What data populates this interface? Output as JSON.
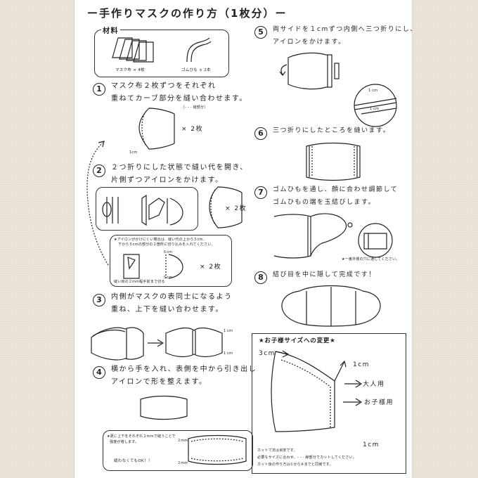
{
  "title": "ー手作りマスクの作り方（1枚分）ー",
  "materials": {
    "heading": "材料",
    "fabric": "マスク布 × 4枚",
    "elastic": "ゴムひも × 2本"
  },
  "steps": [
    {
      "num": "1",
      "line1": "マスク布２枚ずつをそれぞれ",
      "line2": "重ねてカーブ部分を縫い合わせます。",
      "note": "［- - - 縫部分］",
      "cm": "1cm",
      "count": "× 2枚"
    },
    {
      "num": "2",
      "line1": "２つ折りにした状態で縫い代を開き、",
      "line2": "片側ずつアイロンをかけます。",
      "count": "× 2枚",
      "tip1": "★アイロンがかけにくい場合は、縫い代の上から５cm、",
      "tip2": "下から５cmの部分の２箇所に切り込みを入れてください。",
      "tip_cm_top": "５cm",
      "tip_cm_bottom": "５cm",
      "tip_cut": "縫い目の２mm程手前まで切る",
      "tip_count": "× 2枚"
    },
    {
      "num": "3",
      "line1": "内側がマスクの表同士になるよう",
      "line2": "重ね、上下を縫い合わせます。",
      "cm_top": "1 cm",
      "cm_bottom": "1 cm"
    },
    {
      "num": "4",
      "line1": "横から手を入れ、表側を中から引き出し",
      "line2": "アイロンで形を整えます。",
      "tip1": "★更に上下をそれぞれ２mmで縫うことで",
      "tip2": "強度が増します。",
      "tip3": "縫わなくてもOK！！",
      "mm_top": "２mm",
      "mm_bottom": "２mm"
    },
    {
      "num": "5",
      "line1": "両サイドを１cmずつ内側へ三つ折りにし、",
      "line2": "アイロンをかけます。",
      "cm1": "1 cm",
      "cm2": "1 cm"
    },
    {
      "num": "6",
      "line1": "三つ折りにしたところを縫います。"
    },
    {
      "num": "7",
      "line1": "ゴムひもを通し、顔に合わせ調節して",
      "line2": "ゴムひもの端を玉結びします。",
      "note": "★一番外側の穴に通してください。"
    },
    {
      "num": "8",
      "line1": "結び目を中に隠して完成です！"
    }
  ],
  "kids": {
    "heading": "★お子様サイズへの変更★",
    "cm_top_left": "3cm",
    "cm_top_right": "1cm",
    "adult": "大人用",
    "child": "お子様用",
    "cm_bottom": "1cm",
    "note1": "カット寸法は目安です。",
    "note2": "必要なサイズに合わせ、- - - 線部分でカットしてください。",
    "note3": "カット後の作り方は①から⑧までと同様です。"
  }
}
